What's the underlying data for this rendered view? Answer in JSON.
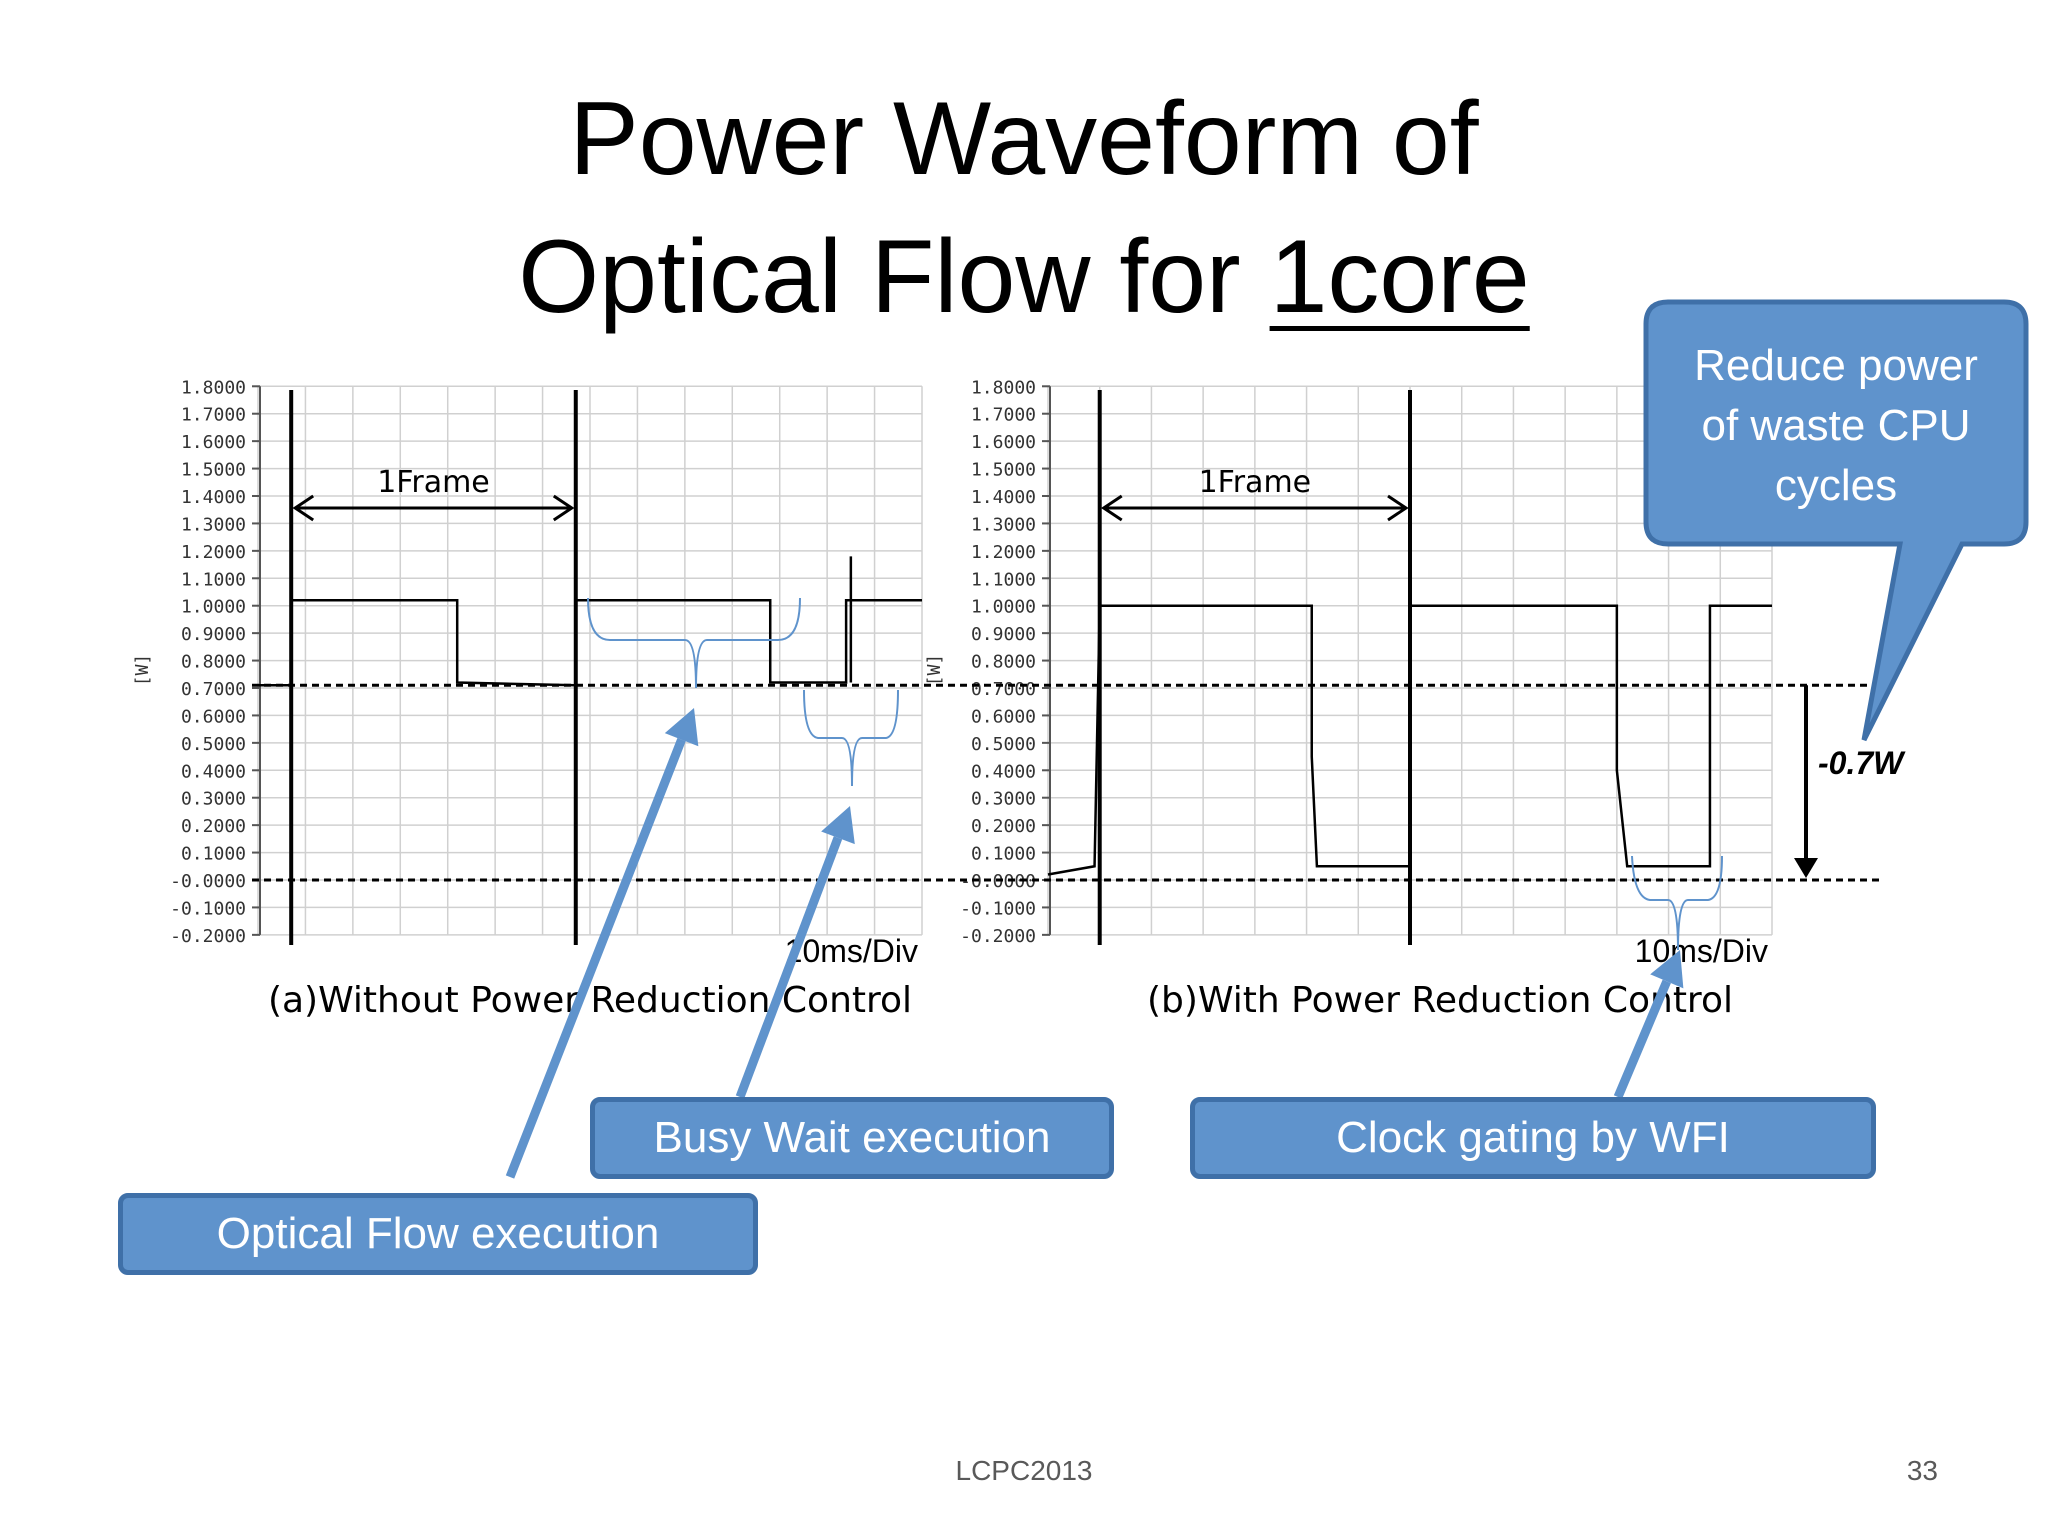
{
  "slide": {
    "title_line1": "Power Waveform of",
    "title_line2_prefix": "Optical Flow for ",
    "title_line2_underlined": "1core",
    "footer_center": "LCPC2013",
    "page_number": "33"
  },
  "callouts": {
    "reduce_power_line1": "Reduce power",
    "reduce_power_line2": "of waste CPU",
    "reduce_power_line3": "cycles",
    "busy_wait": "Busy Wait execution",
    "clock_gating": "Clock gating by WFI",
    "optical_flow": "Optical Flow execution",
    "delta": "-0.7W"
  },
  "colors": {
    "callout_fill": "#5f93cc",
    "callout_border": "#3f70a8",
    "waveform": "#000000",
    "grid": "#d0d0d0"
  },
  "chart_data": [
    {
      "type": "line",
      "caption": "(a)Without Power Reduction Control",
      "ylabel": "[W]",
      "xlabel": "10ms/Div",
      "ylim": [
        -0.2,
        1.8
      ],
      "xlim": [
        0,
        70
      ],
      "ytick_labels": [
        "-0.2000",
        "-0.1000",
        "-0.0000",
        "0.1000",
        "0.2000",
        "0.3000",
        "0.4000",
        "0.5000",
        "0.6000",
        "0.7000",
        "0.8000",
        "0.9000",
        "1.0000",
        "1.1000",
        "1.2000",
        "1.3000",
        "1.4000",
        "1.5000",
        "1.6000",
        "1.7000",
        "1.8000"
      ],
      "ytick_values": [
        -0.2,
        -0.1,
        0,
        0.1,
        0.2,
        0.3,
        0.4,
        0.5,
        0.6,
        0.7,
        0.8,
        0.9,
        1.0,
        1.1,
        1.2,
        1.3,
        1.4,
        1.5,
        1.6,
        1.7,
        1.8
      ],
      "frame_marker_x": [
        3.5,
        33.5
      ],
      "frame_label": "1Frame",
      "reference_lines_y": [
        0.71,
        0.0
      ],
      "series": [
        {
          "x": [
            0,
            3.5,
            3.5,
            21,
            21,
            33.5,
            33.5,
            54,
            54,
            62,
            62,
            64,
            64,
            70
          ],
          "y": [
            0.71,
            0.71,
            1.02,
            1.02,
            0.72,
            0.71,
            1.02,
            1.02,
            0.72,
            0.72,
            1.02,
            1.02,
            1.02,
            1.02
          ]
        }
      ],
      "spike_x": [
        62.5
      ],
      "spike_y": [
        1.18
      ]
    },
    {
      "type": "line",
      "caption": "(b)With Power Reduction Control",
      "ylabel": "[W]",
      "xlabel": "10ms/Div",
      "ylim": [
        -0.2,
        1.8
      ],
      "xlim": [
        0,
        70
      ],
      "ytick_labels": [
        "-0.2000",
        "-0.1000",
        "-0.0000",
        "0.1000",
        "0.2000",
        "0.3000",
        "0.4000",
        "0.5000",
        "0.6000",
        "0.7000",
        "0.8000",
        "0.9000",
        "1.0000",
        "1.1000",
        "1.2000",
        "1.3000",
        "1.4000",
        "1.5000",
        "1.6000",
        "1.7000",
        "1.8000"
      ],
      "ytick_values": [
        -0.2,
        -0.1,
        0,
        0.1,
        0.2,
        0.3,
        0.4,
        0.5,
        0.6,
        0.7,
        0.8,
        0.9,
        1.0,
        1.1,
        1.2,
        1.3,
        1.4,
        1.5,
        1.6,
        1.7,
        1.8
      ],
      "frame_marker_x": [
        5,
        35
      ],
      "frame_label": "1Frame",
      "reference_lines_y": [
        0.71,
        0.0
      ],
      "series": [
        {
          "x": [
            0,
            4.5,
            5,
            5,
            25.5,
            25.5,
            26,
            35,
            35,
            55,
            55,
            56,
            64,
            64,
            70
          ],
          "y": [
            0.02,
            0.05,
            1.0,
            1.0,
            1.0,
            0.45,
            0.05,
            0.05,
            1.0,
            1.0,
            0.4,
            0.05,
            0.05,
            1.0,
            1.0
          ]
        }
      ]
    }
  ]
}
